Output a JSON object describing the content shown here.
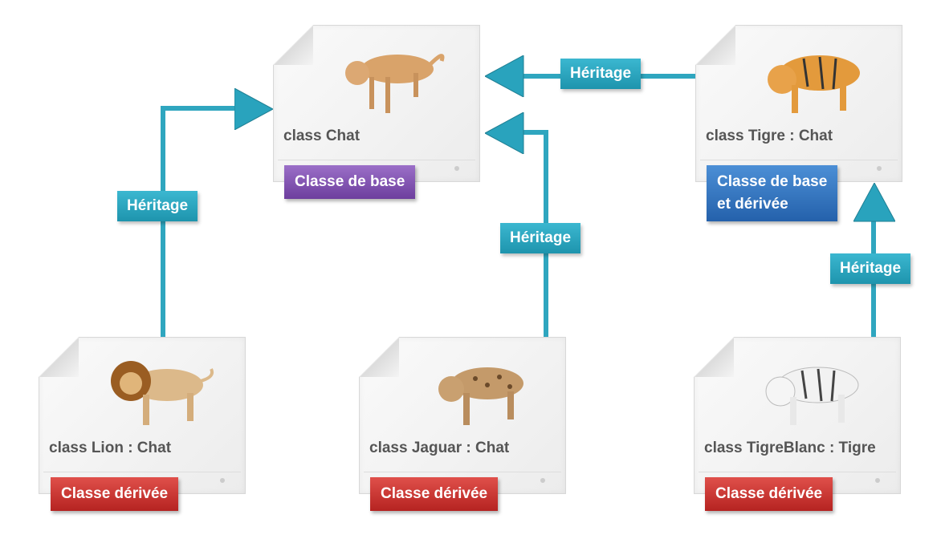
{
  "classes": {
    "chat": {
      "title": "class Chat",
      "badge": "Classe de base",
      "animal": "cat"
    },
    "tigre": {
      "title": "class Tigre : Chat",
      "badge_line1": "Classe de base",
      "badge_line2": "et dérivée",
      "animal": "tiger"
    },
    "lion": {
      "title": "class Lion : Chat",
      "badge": "Classe dérivée",
      "animal": "lion"
    },
    "jaguar": {
      "title": "class Jaguar : Chat",
      "badge": "Classe dérivée",
      "animal": "jaguar"
    },
    "tigreblanc": {
      "title": "class TigreBlanc : Tigre",
      "badge": "Classe dérivée",
      "animal": "white-tiger"
    }
  },
  "edges": {
    "label": "Héritage"
  },
  "colors": {
    "teal": "#2fa6bf",
    "purple": "#6d3e9e",
    "blue": "#2461ab",
    "red": "#b52321"
  }
}
